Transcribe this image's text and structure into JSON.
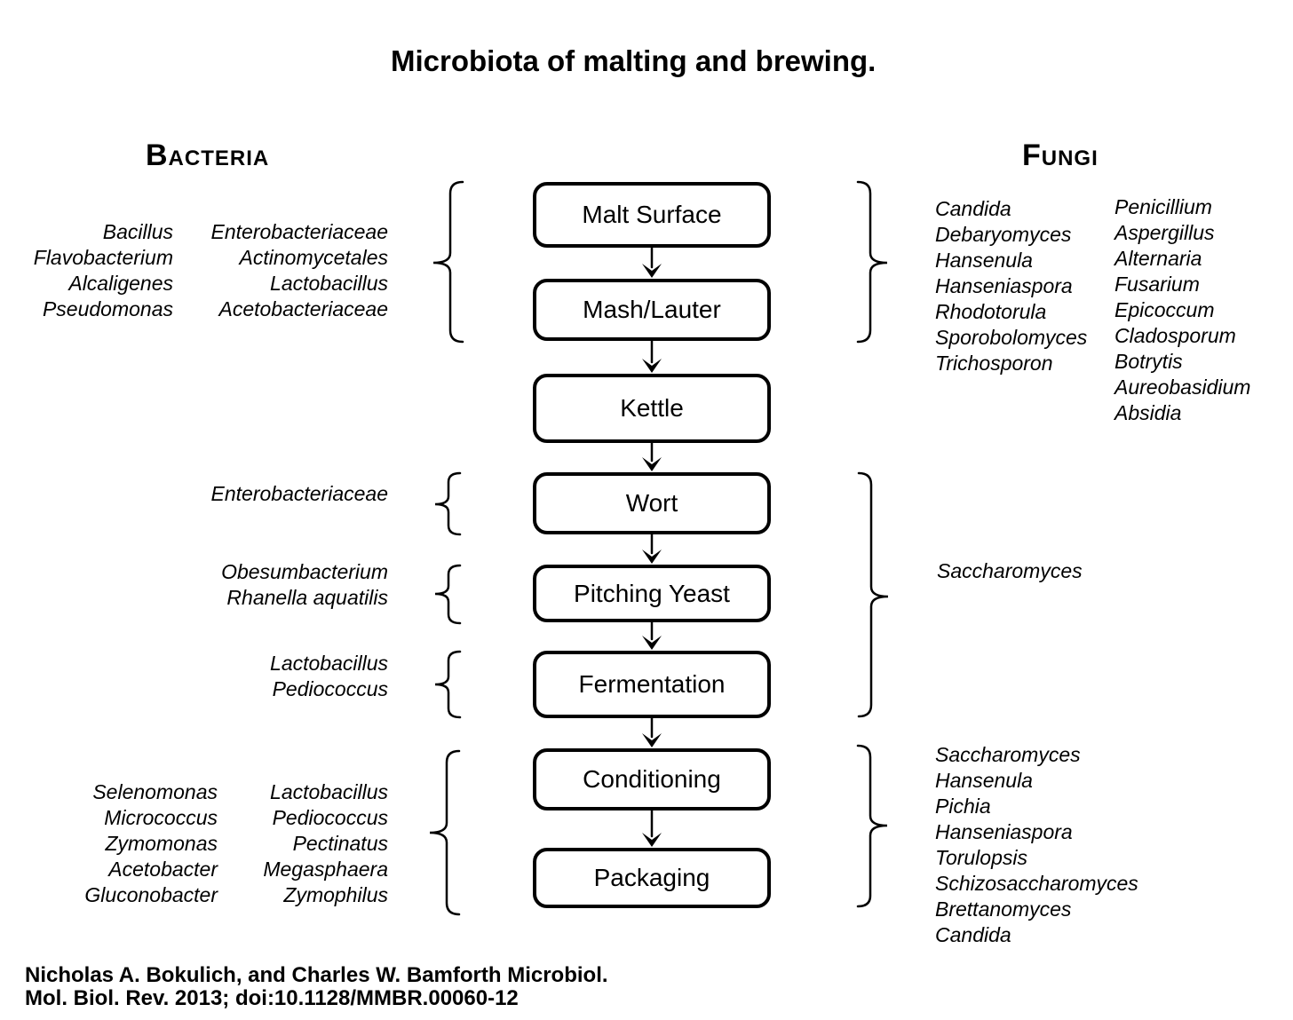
{
  "title": "Microbiota of malting and brewing.",
  "headers": {
    "bacteria": "Bacteria",
    "fungi": "Fungi"
  },
  "flow": {
    "steps": [
      "Malt Surface",
      "Mash/Lauter",
      "Kettle",
      "Wort",
      "Pitching Yeast",
      "Fermentation",
      "Conditioning",
      "Packaging"
    ]
  },
  "bacteria": {
    "malting_mashing": {
      "col1": [
        "Bacillus",
        "Flavobacterium",
        "Alcaligenes",
        "Pseudomonas"
      ],
      "col2": [
        "Enterobacteriaceae",
        "Actinomycetales",
        "Lactobacillus",
        "Acetobacteriaceae"
      ]
    },
    "wort": [
      "Enterobacteriaceae"
    ],
    "pitching_yeast": [
      "Obesumbacterium",
      "Rhanella aquatilis"
    ],
    "fermentation": [
      "Lactobacillus",
      "Pediococcus"
    ],
    "conditioning_packaging": {
      "col1": [
        "Selenomonas",
        "Micrococcus",
        "Zymomonas",
        "Acetobacter",
        "Gluconobacter"
      ],
      "col2": [
        "Lactobacillus",
        "Pediococcus",
        "Pectinatus",
        "Megasphaera",
        "Zymophilus"
      ]
    }
  },
  "fungi": {
    "malting_mashing": {
      "col1": [
        "Candida",
        "Debaryomyces",
        "Hansenula",
        "Hanseniaspora",
        "Rhodotorula",
        "Sporobolomyces",
        "Trichosporon"
      ],
      "col2": [
        "Penicillium",
        "Aspergillus",
        "Alternaria",
        "Fusarium",
        "Epicoccum",
        "Cladosporum",
        "Botrytis",
        "Aureobasidium",
        "Absidia"
      ]
    },
    "wort_to_fermentation": [
      "Saccharomyces"
    ],
    "conditioning_packaging": [
      "Saccharomyces",
      "Hansenula",
      "Pichia",
      "Hanseniaspora",
      "Torulopsis",
      "Schizosaccharomyces",
      "Brettanomyces",
      "Candida"
    ]
  },
  "citation": {
    "line1": "Nicholas A. Bokulich, and Charles W. Bamforth Microbiol.",
    "line2": "Mol. Biol. Rev. 2013; doi:10.1128/MMBR.00060-12"
  },
  "colors": {
    "ink": "#000000",
    "background": "#ffffff",
    "box_fill": "#ffffff"
  }
}
